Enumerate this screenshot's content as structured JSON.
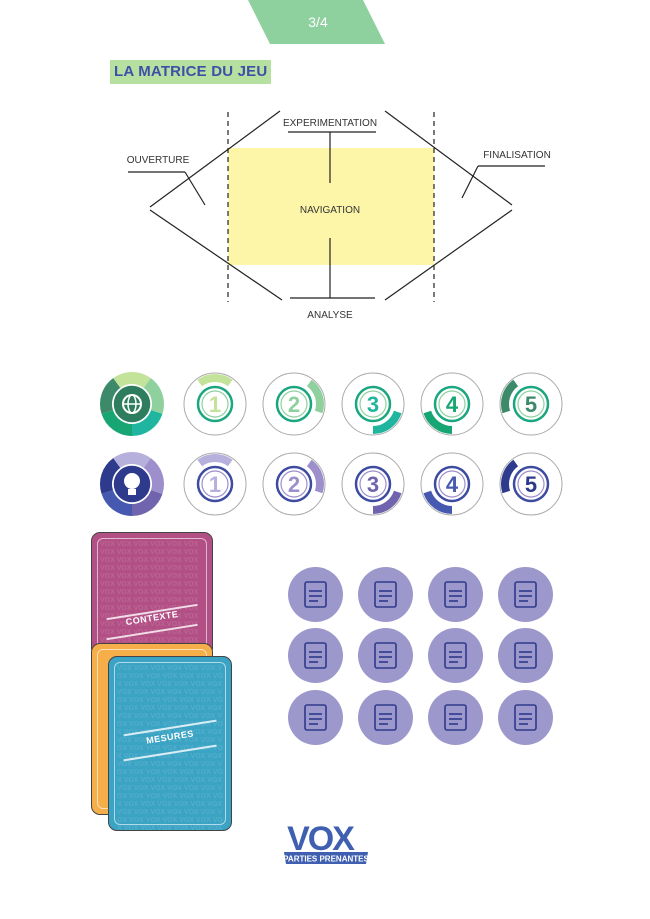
{
  "page_indicator": "3/4",
  "section_title": "LA MATRICE DU JEU",
  "diagram": {
    "experimentation": "EXPERIMENTATION",
    "navigation": "NAVIGATION",
    "analyse": "ANALYSE",
    "ouverture": "OUVERTURE",
    "finalisation": "FINALISATION"
  },
  "tokens": {
    "green_row": {
      "icon": "globe-icon",
      "numbers": [
        "1",
        "2",
        "3",
        "4",
        "5"
      ]
    },
    "purple_row": {
      "icon": "lightbulb-icon",
      "numbers": [
        "1",
        "2",
        "3",
        "4",
        "5"
      ]
    }
  },
  "cards": {
    "contexte": "CONTEXTE",
    "mesures": "MESURES",
    "pattern": "VOX"
  },
  "icons": [
    "document-shield-icon",
    "chart-search-icon",
    "brain-icon",
    "location-network-icon",
    "bench-lamp-icon",
    "people-cycle-icon",
    "no-leaf-icon",
    "pattern-texture-icon",
    "landscape-icon",
    "people-group-icon",
    "gear-icon",
    "heart-puzzle-icon"
  ],
  "logo": {
    "name": "VOX",
    "tagline": "PARTIES PRENANTES"
  },
  "colors": {
    "green": "#8fd19e",
    "blue": "#3f4fa8",
    "yellow": "#fdf6a8",
    "magenta": "#b24f85",
    "orange": "#f6ae4a",
    "teal": "#3ba3c4",
    "icon_bg": "#9d98cc"
  }
}
